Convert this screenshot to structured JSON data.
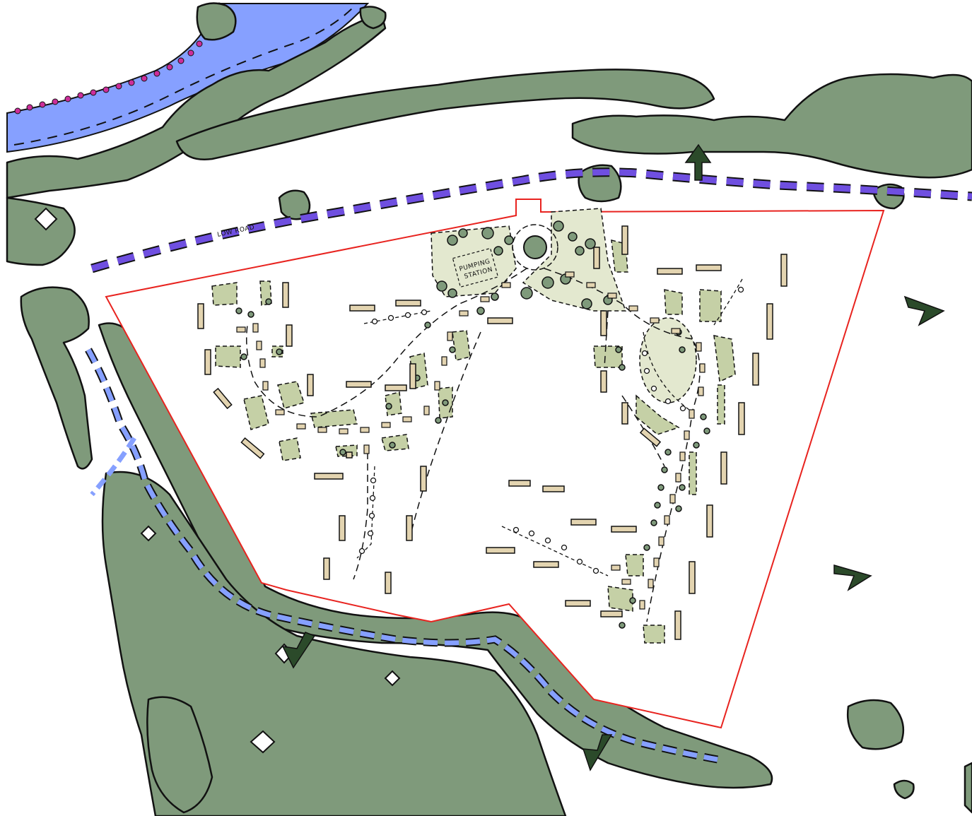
{
  "labels": {
    "road": "LOW ROAD",
    "pumping_1": "PUMPING",
    "pumping_2": "STATION"
  },
  "colors": {
    "river": "#86a0ff",
    "woodland": "#7f9a7b",
    "woodland_outline": "#111111",
    "open_space": "#c5d0a6",
    "open_space_light": "#e3e8cf",
    "building": "#e3d4b0",
    "road_dash": "#6f4fe0",
    "stream_dash": "#86a0ff",
    "boundary": "#e8231f",
    "arrow": "#2b4a2a",
    "footpath_dots": "#cc2e9a"
  },
  "icons": [
    "view-arrow-icon",
    "tree-icon",
    "roundabout-icon"
  ]
}
